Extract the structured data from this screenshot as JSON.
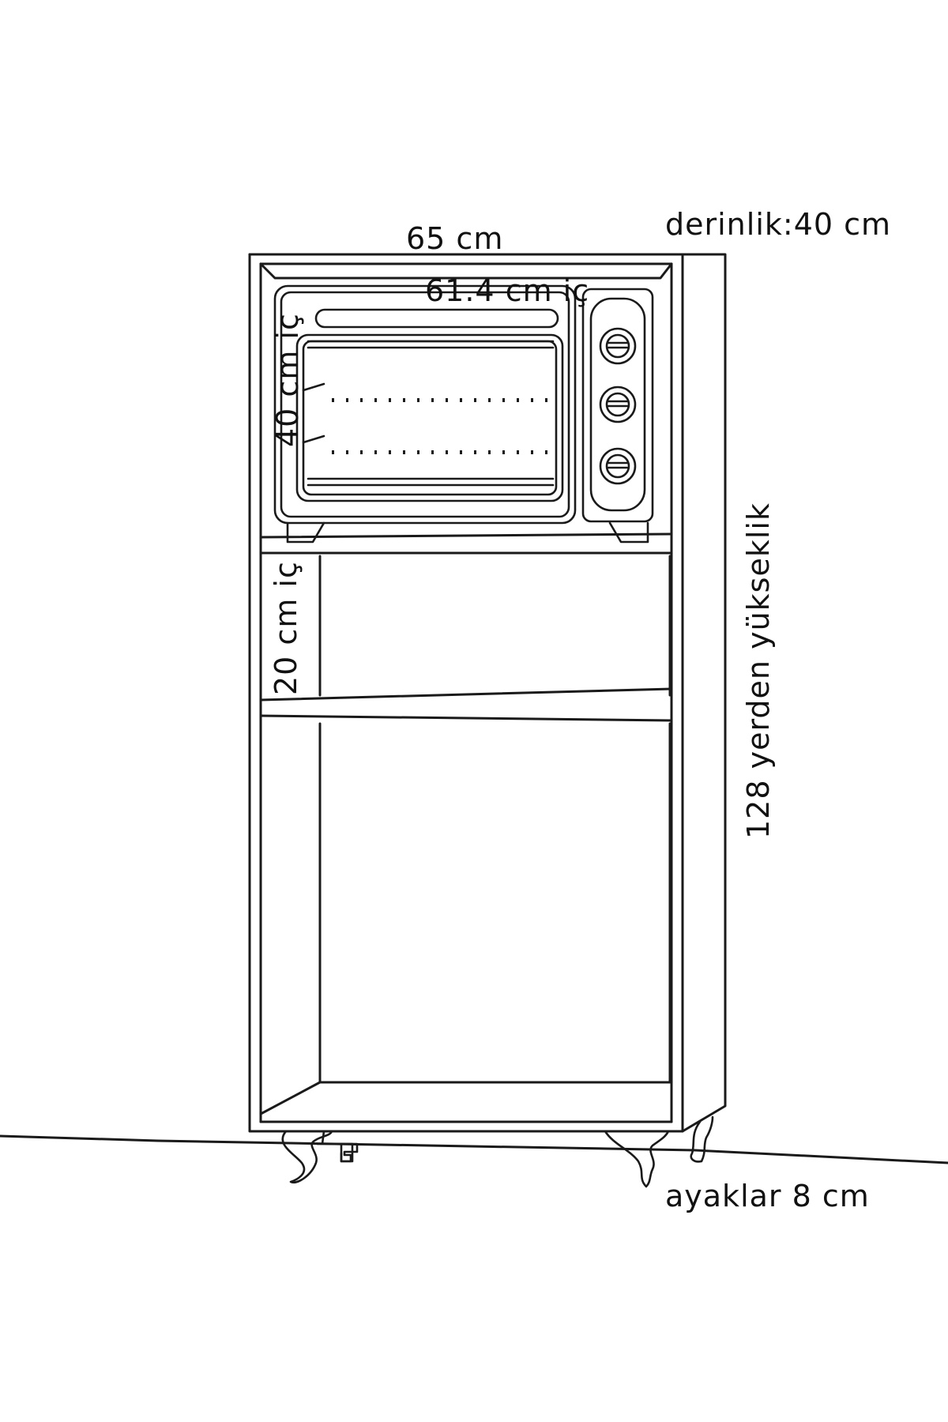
{
  "labels": {
    "depth": "derinlik:40 cm",
    "width": "65 cm",
    "inner_width": "61.4 cm iç",
    "oven_height": "40 cm iç",
    "shelf_height": "20 cm iç",
    "total_height": "128 yerden yükseklik",
    "legs": "ayaklar 8 cm"
  },
  "colors": {
    "line": "#1a1a1a",
    "background": "#ffffff"
  }
}
